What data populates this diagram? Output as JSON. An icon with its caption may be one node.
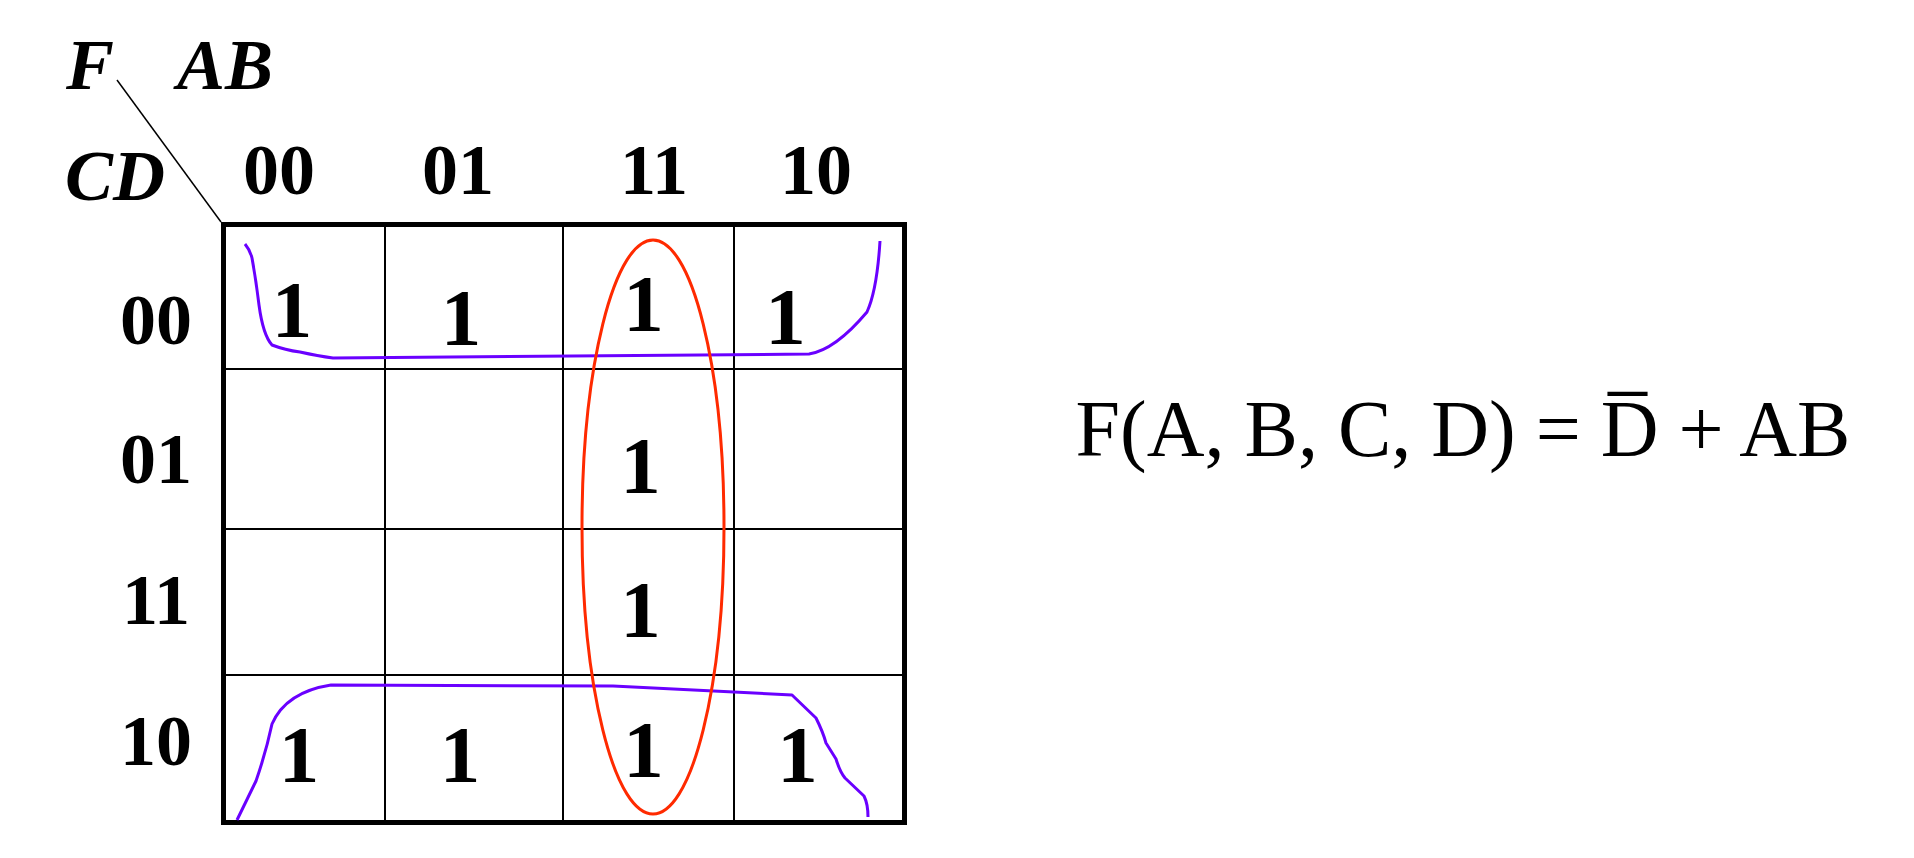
{
  "diagram": {
    "nodes": [
      {
        "text": [
          "1"
        ]
      },
      {
        "text": [
          "1"
        ]
      },
      {
        "text": [
          "1"
        ]
      },
      {
        "text": [
          "1"
        ]
      },
      {
        "text": [],
        "shape": "box"
      },
      {
        "text": [],
        "shape": "box"
      },
      {
        "text": [
          "1"
        ]
      },
      {
        "text": [],
        "shape": "box"
      },
      {
        "text": [],
        "shape": "box"
      },
      {
        "text": [],
        "shape": "box"
      },
      {
        "text": [
          "1"
        ]
      },
      {
        "text": [],
        "shape": "box"
      },
      {
        "text": [
          "1"
        ]
      },
      {
        "text": [
          "1"
        ]
      },
      {
        "text": [
          "1"
        ]
      },
      {
        "text": [
          "1"
        ]
      }
    ],
    "labels": [
      "F",
      "AB",
      "CD",
      "00",
      "01",
      "11",
      "10",
      "00",
      "01",
      "11",
      "10",
      "F(A, B, C, D) = D̅ + AB"
    ]
  }
}
